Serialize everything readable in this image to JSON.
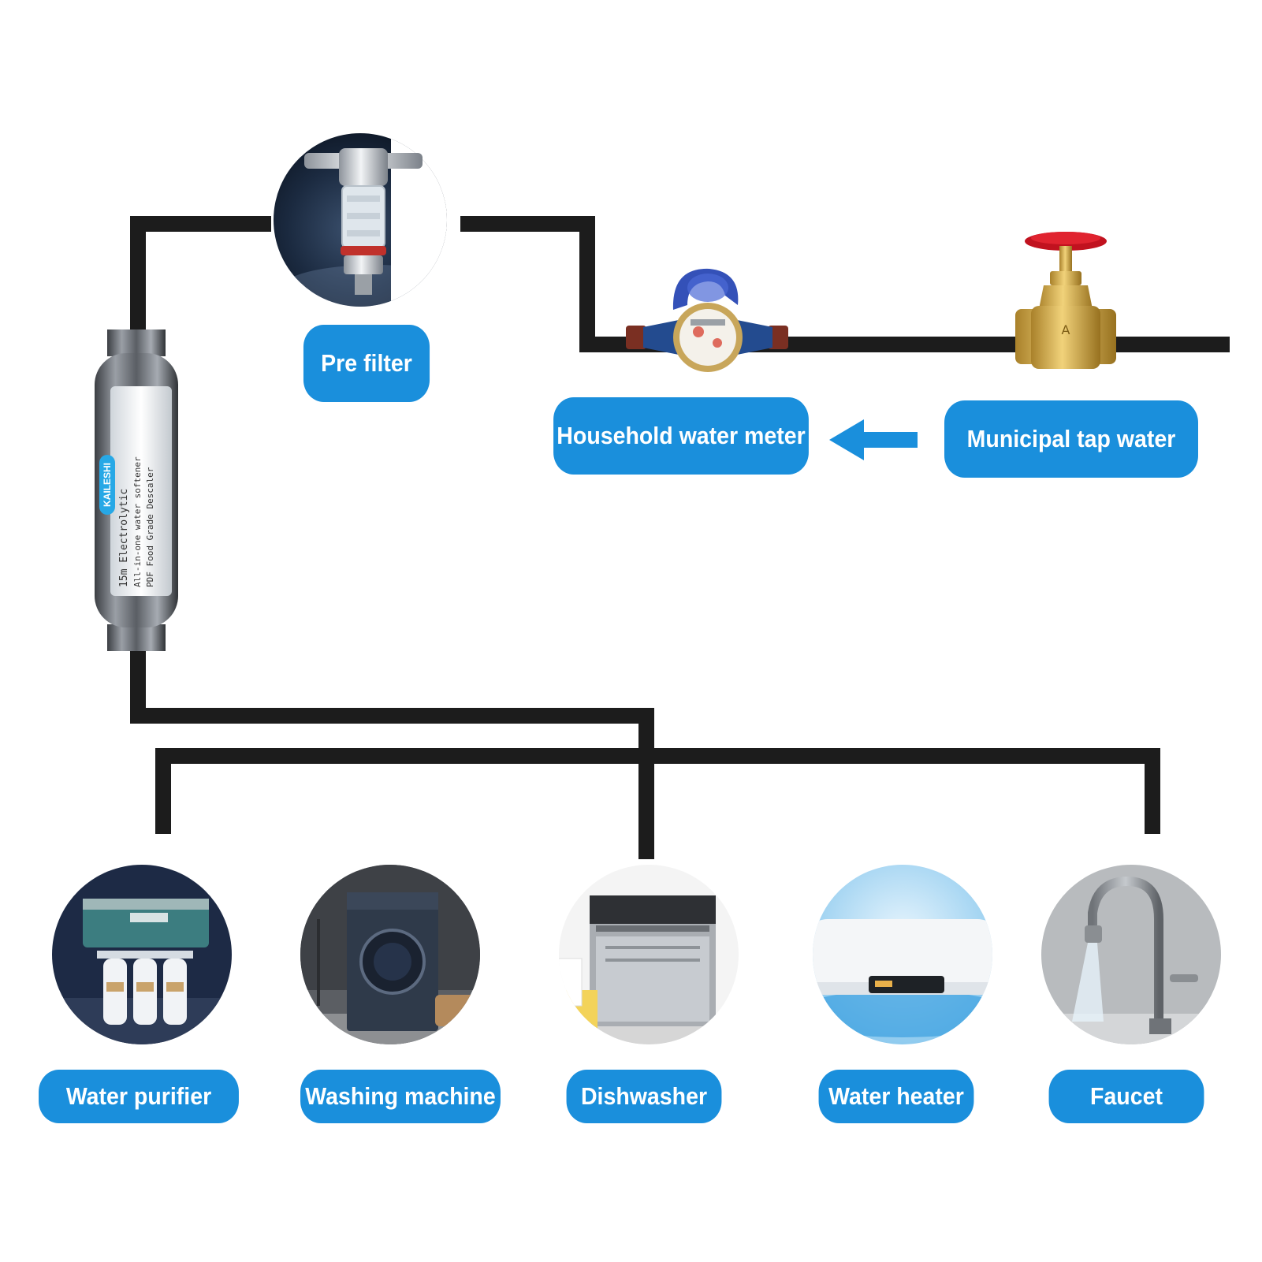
{
  "colors": {
    "accent": "#1a8fdc",
    "pipe": "#1c1c1c",
    "label_text": "#ffffff"
  },
  "top_row": {
    "pre_filter": {
      "label": "Pre filter",
      "icon": "pre-filter-icon"
    },
    "household_water_meter": {
      "label": "Household water meter",
      "icon": "water-meter-icon"
    },
    "municipal_tap_water": {
      "label": "Municipal tap water",
      "icon": "gate-valve-icon"
    },
    "flow_arrow": {
      "icon": "left-arrow-icon"
    }
  },
  "softener": {
    "icon": "water-softener-icon",
    "brand": "KAILESHI",
    "text_line1": "15m Electrolytic",
    "text_line2": "All-in-one water softener",
    "text_line3": "PDF Food Grade Descaler"
  },
  "appliances": [
    {
      "label": "Water purifier",
      "icon": "water-purifier-icon"
    },
    {
      "label": "Washing machine",
      "icon": "washing-machine-icon"
    },
    {
      "label": "Dishwasher",
      "icon": "dishwasher-icon"
    },
    {
      "label": "Water heater",
      "icon": "water-heater-icon"
    },
    {
      "label": "Faucet",
      "icon": "faucet-icon"
    }
  ]
}
